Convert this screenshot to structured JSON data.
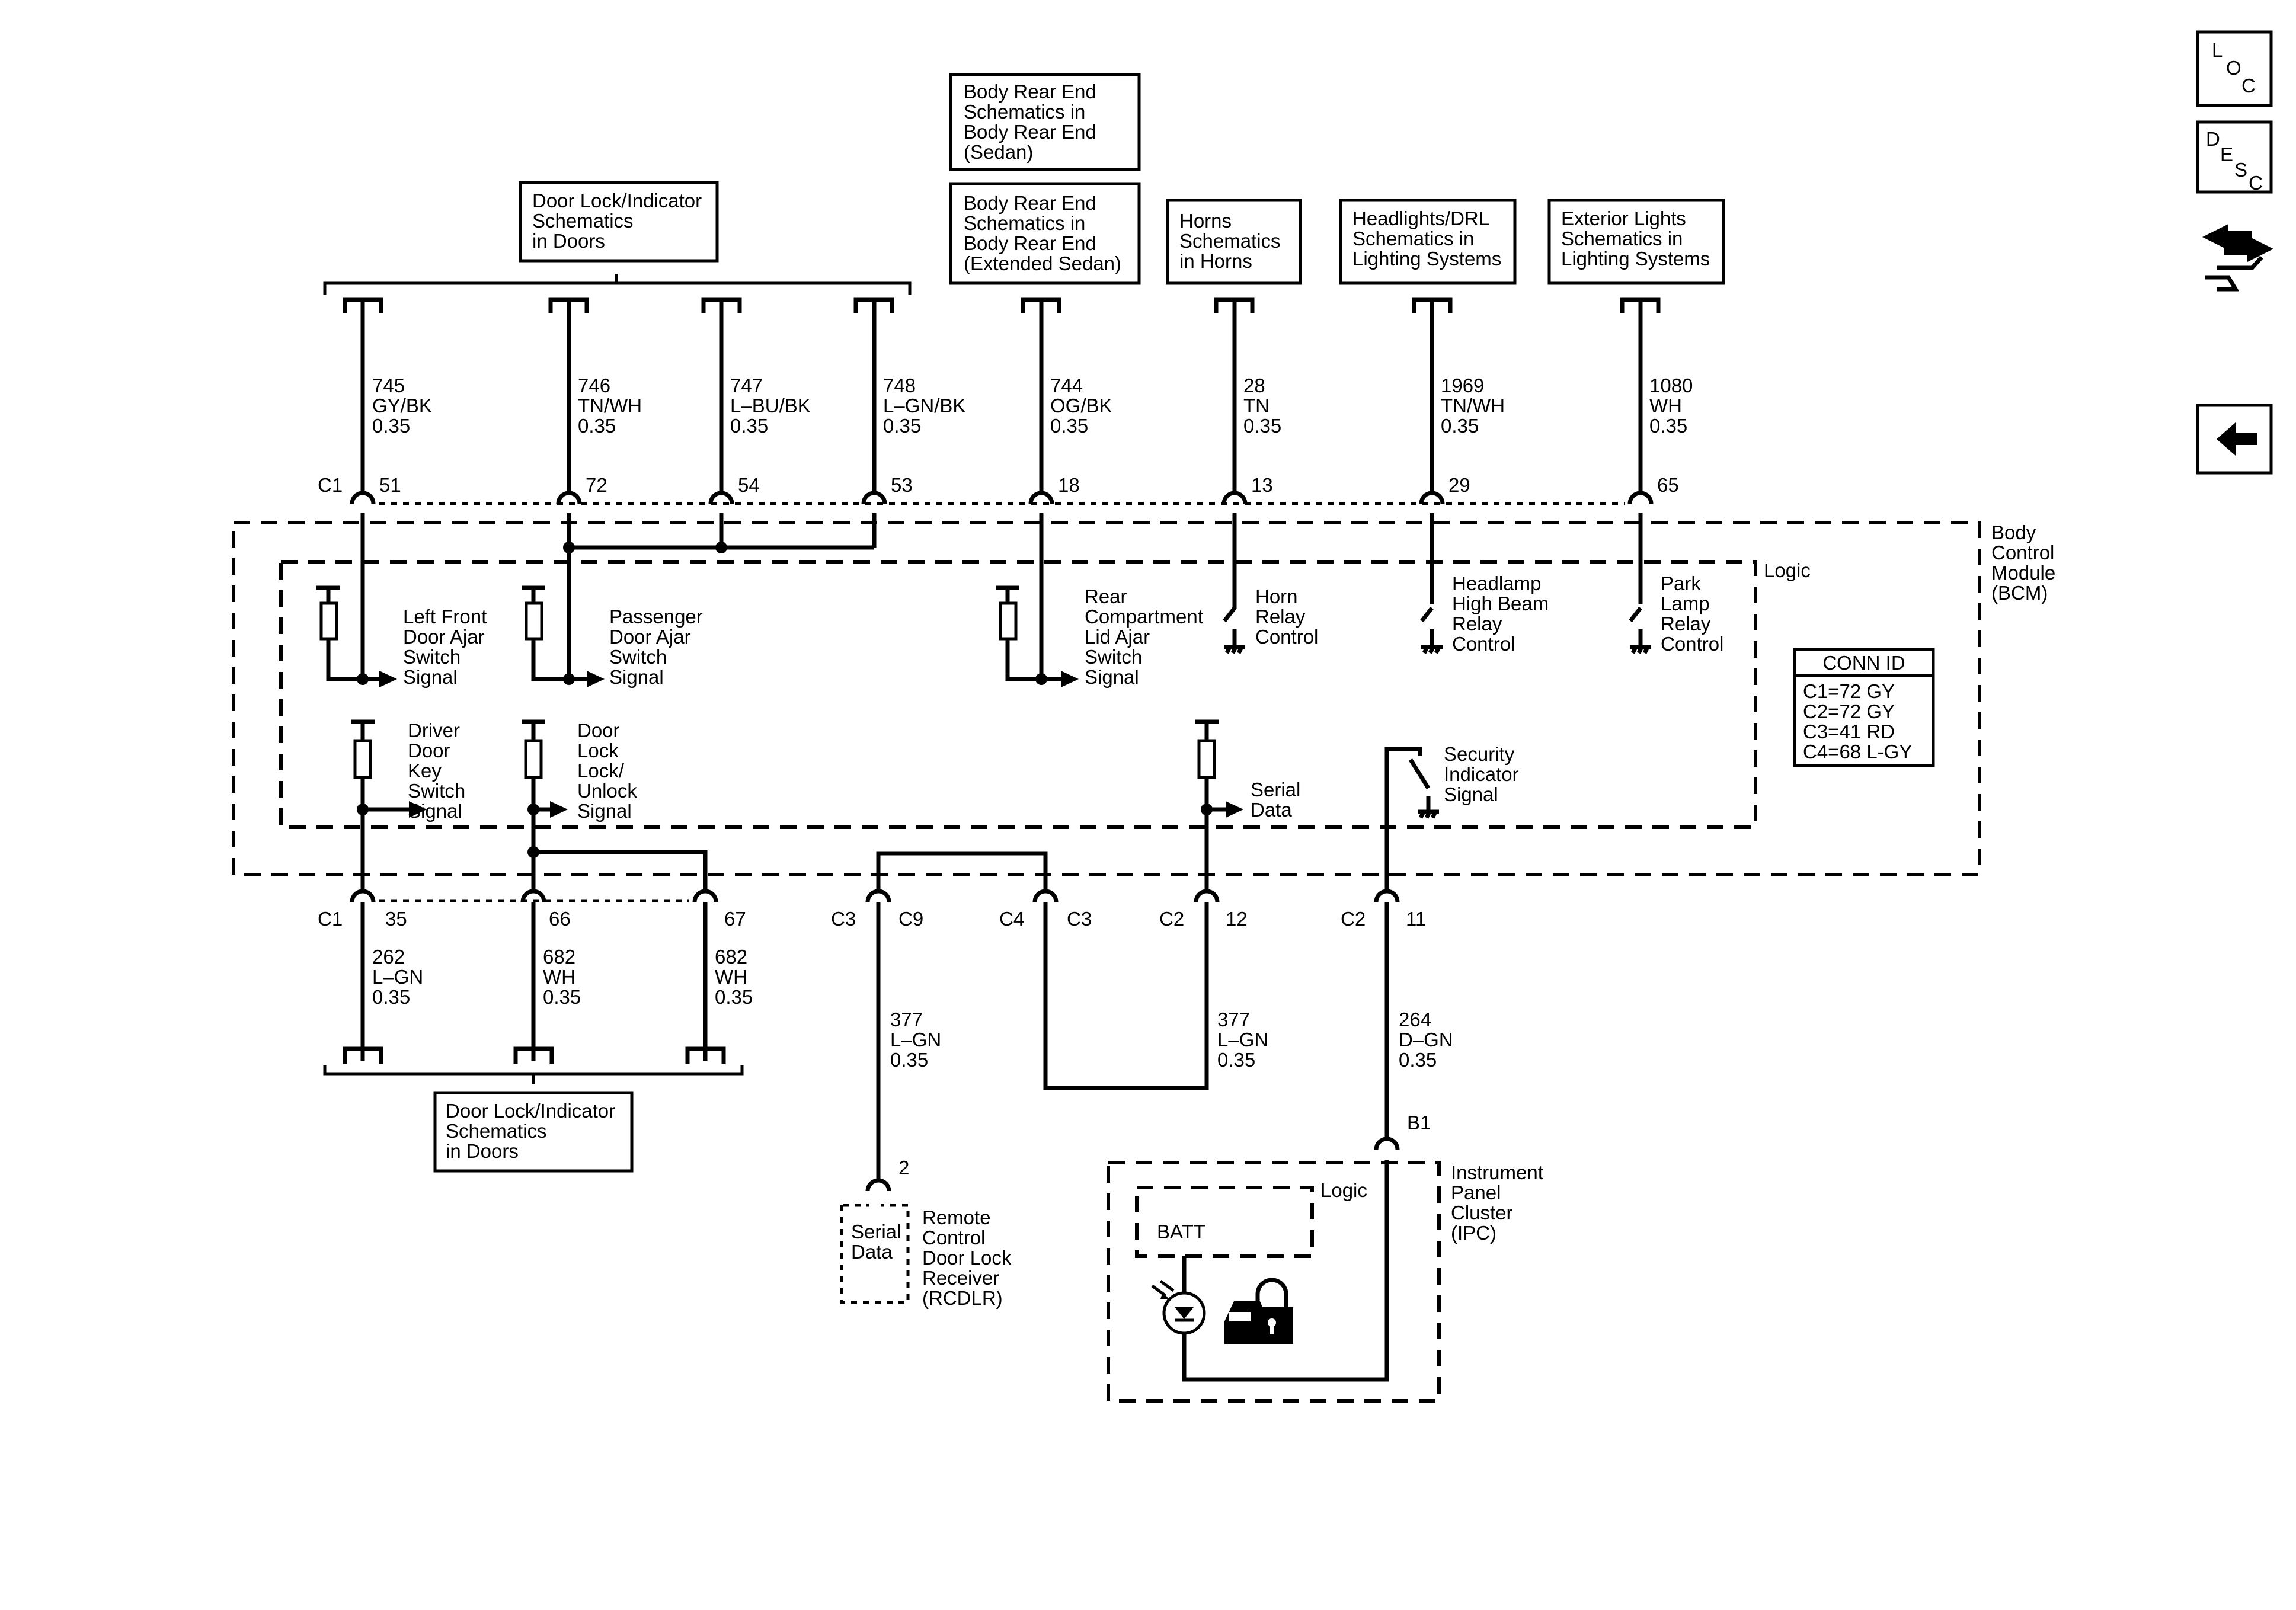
{
  "refs": {
    "door_lock_top": [
      "Door Lock/Indicator",
      "Schematics",
      "in Doors"
    ],
    "body_rear_sedan": [
      "Body Rear End",
      "Schematics in",
      "Body Rear End",
      "(Sedan)"
    ],
    "body_rear_ext": [
      "Body Rear End",
      "Schematics in",
      "Body Rear End",
      "(Extended Sedan)"
    ],
    "horns": [
      "Horns",
      "Schematics",
      "in Horns"
    ],
    "headlights": [
      "Headlights/DRL",
      "Schematics in",
      "Lighting Systems"
    ],
    "exterior": [
      "Exterior Lights",
      "Schematics in",
      "Lighting Systems"
    ],
    "door_lock_bottom": [
      "Door Lock/Indicator",
      "Schematics",
      "in Doors"
    ]
  },
  "wires_top": [
    {
      "circuit": "745",
      "color": "GY/BK",
      "gauge": "0.35",
      "pin": "51"
    },
    {
      "circuit": "746",
      "color": "TN/WH",
      "gauge": "0.35",
      "pin": "72"
    },
    {
      "circuit": "747",
      "color": "L–BU/BK",
      "gauge": "0.35",
      "pin": "54"
    },
    {
      "circuit": "748",
      "color": "L–GN/BK",
      "gauge": "0.35",
      "pin": "53"
    },
    {
      "circuit": "744",
      "color": "OG/BK",
      "gauge": "0.35",
      "pin": "18"
    },
    {
      "circuit": "28",
      "color": "TN",
      "gauge": "0.35",
      "pin": "13"
    },
    {
      "circuit": "1969",
      "color": "TN/WH",
      "gauge": "0.35",
      "pin": "29"
    },
    {
      "circuit": "1080",
      "color": "WH",
      "gauge": "0.35",
      "pin": "65"
    }
  ],
  "wires_bottom": [
    {
      "circuit": "262",
      "color": "L–GN",
      "gauge": "0.35",
      "pin": "35"
    },
    {
      "circuit": "682",
      "color": "WH",
      "gauge": "0.35",
      "pin": "66"
    },
    {
      "circuit": "682",
      "color": "WH",
      "gauge": "0.35",
      "pin": "67"
    },
    {
      "circuit": "377",
      "color": "L–GN",
      "gauge": "0.35"
    },
    {
      "circuit": "377",
      "color": "L–GN",
      "gauge": "0.35"
    },
    {
      "circuit": "264",
      "color": "D–GN",
      "gauge": "0.35"
    }
  ],
  "connectors": {
    "c1": "C1",
    "c1b": "C1",
    "c3": "C3",
    "c9": "C9",
    "c4": "C4",
    "c3b": "C3",
    "c2": "C2",
    "pin12": "12",
    "c2b": "C2",
    "pin11": "11",
    "b1": "B1",
    "pin2": "2"
  },
  "bcm": {
    "name": [
      "Body",
      "Control",
      "Module",
      "(BCM)"
    ],
    "logic": "Logic",
    "signals": {
      "left_front": [
        "Left Front",
        "Door Ajar",
        "Switch",
        "Signal"
      ],
      "passenger": [
        "Passenger",
        "Door Ajar",
        "Switch",
        "Signal"
      ],
      "rear_comp": [
        "Rear",
        "Compartment",
        "Lid Ajar",
        "Switch",
        "Signal"
      ],
      "horn": [
        "Horn",
        "Relay",
        "Control"
      ],
      "headlamp": [
        "Headlamp",
        "High Beam",
        "Relay",
        "Control"
      ],
      "park": [
        "Park",
        "Lamp",
        "Relay",
        "Control"
      ],
      "driver_key": [
        "Driver",
        "Door",
        "Key",
        "Switch",
        "Signal"
      ],
      "door_lock": [
        "Door",
        "Lock",
        "Lock/",
        "Unlock",
        "Signal"
      ],
      "serial": [
        "Serial",
        "Data"
      ],
      "security": [
        "Security",
        "Indicator",
        "Signal"
      ]
    }
  },
  "conn_id": {
    "title": "CONN ID",
    "lines": [
      "C1=72 GY",
      "C2=72 GY",
      "C3=41 RD",
      "C4=68 L-GY"
    ]
  },
  "rcdlr": {
    "inner": [
      "Serial",
      "Data"
    ],
    "name": [
      "Remote",
      "Control",
      "Door Lock",
      "Receiver",
      "(RCDLR)"
    ]
  },
  "ipc": {
    "logic": "Logic",
    "batt": "BATT",
    "name": [
      "Instrument",
      "Panel",
      "Cluster",
      "(IPC)"
    ]
  },
  "side_icons": {
    "loc": [
      "L",
      "O",
      "C"
    ],
    "desc": [
      "D",
      "E",
      "S",
      "C"
    ],
    "icons": [
      "loc-icon",
      "desc-icon",
      "connector-view-icon",
      "back-arrow-icon"
    ]
  }
}
